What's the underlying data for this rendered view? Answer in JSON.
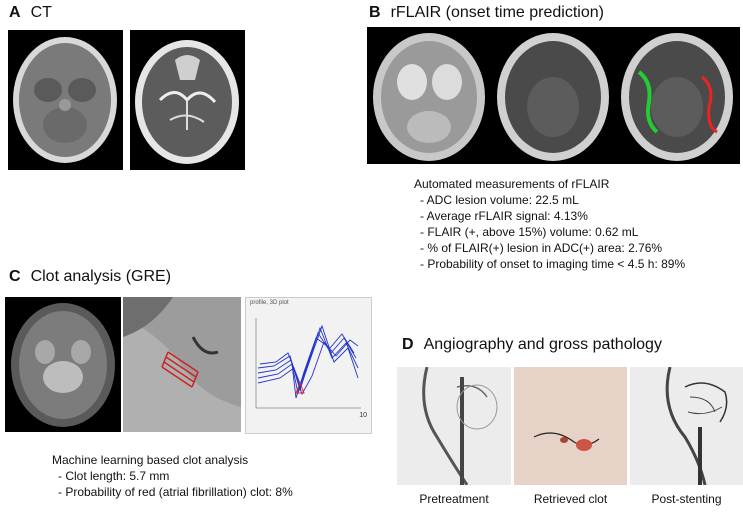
{
  "panels": {
    "a": {
      "letter": "A",
      "title": "CT"
    },
    "b": {
      "letter": "B",
      "title": "rFLAIR (onset time prediction)",
      "measurements_heading": "Automated measurements of rFLAIR",
      "measurements": [
        "- ADC lesion volume: 22.5 mL",
        "- Average rFLAIR signal: 4.13%",
        "- FLAIR (+, above 15%) volume: 0.62 mL",
        "- % of FLAIR(+) lesion in ADC(+) area: 2.76%",
        "- Probability of onset to imaging time < 4.5 h: 89%"
      ]
    },
    "c": {
      "letter": "C",
      "title": "Clot analysis (GRE)",
      "plot_title": "profile, 3D plot",
      "plot_ticks": [
        "10"
      ],
      "analysis_heading": "Machine learning based clot analysis",
      "analysis": [
        "- Clot length: 5.7 mm",
        "- Probability of red (atrial fibrillation) clot: 8%"
      ]
    },
    "d": {
      "letter": "D",
      "title": "Angiography and gross pathology",
      "captions": [
        "Pretreatment",
        "Retrieved clot",
        "Post-stenting"
      ]
    }
  },
  "colors": {
    "overlay_green": "#22cc33",
    "overlay_red": "#ee2222",
    "clot_red": "#cc2222",
    "plot_blue": "#2233cc"
  }
}
